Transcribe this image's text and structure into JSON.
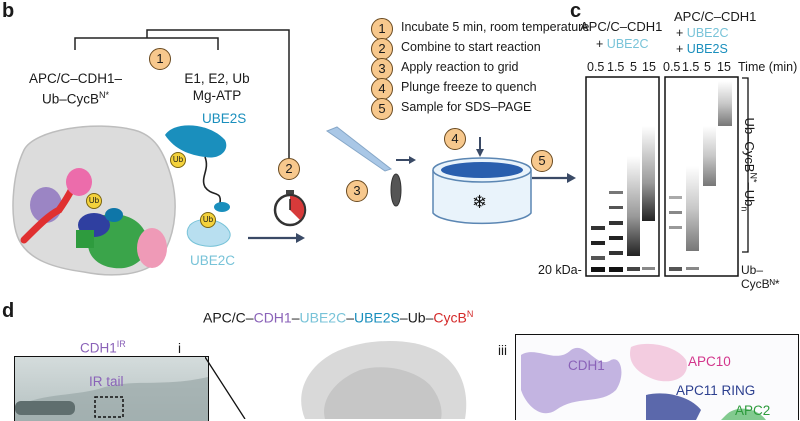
{
  "panel_b": {
    "letter": "b",
    "left_complex": {
      "line1": "APC/C–CDH1–",
      "line2_prefix": "Ub–CycB",
      "line2_sup": "N*"
    },
    "right_reagents": {
      "line1": "E1, E2, Ub",
      "line2": "Mg-ATP"
    },
    "ub_label": "Ub",
    "ube2s_label": "UBE2S",
    "ube2c_label": "UBE2C",
    "badge1": "1",
    "badge2": "2",
    "badge3": "3",
    "badge4": "4",
    "badge5": "5"
  },
  "steps": [
    {
      "num": "1",
      "text": "Incubate 5 min, room temperature"
    },
    {
      "num": "2",
      "text": "Combine to start reaction"
    },
    {
      "num": "3",
      "text": "Apply reaction to grid"
    },
    {
      "num": "4",
      "text": "Plunge freeze to quench"
    },
    {
      "num": "5",
      "text": "Sample for SDS–PAGE"
    }
  ],
  "panel_c": {
    "letter": "c",
    "gel1_title": "APC/C–CDH1",
    "gel1_plus": "+",
    "gel1_e2": "UBE2C",
    "gel2_title": "APC/C–CDH1",
    "gel2_plus1": "+",
    "gel2_e2a": "UBE2C",
    "gel2_plus2": "+",
    "gel2_e2b": "UBE2S",
    "time_points": [
      "0.5",
      "1.5",
      "5",
      "15"
    ],
    "time_label": "Time (min)",
    "marker": "20 kDa-",
    "poly_label_prefix": "Ub–CycB",
    "poly_label_sup": "N*",
    "poly_label_mid": "–Ub",
    "poly_label_sub": "n",
    "mono_label": "Ub–CycBᴺ*"
  },
  "panel_d": {
    "letter": "d",
    "title_parts": [
      {
        "text": "APC/C–",
        "color": "#1a1a1a"
      },
      {
        "text": "CDH1",
        "color": "#8a62b8"
      },
      {
        "text": "–",
        "color": "#1a1a1a"
      },
      {
        "text": "UBE2C",
        "color": "#78c3d8"
      },
      {
        "text": "–",
        "color": "#1a1a1a"
      },
      {
        "text": "UBE2S",
        "color": "#1a8fbd"
      },
      {
        "text": "–Ub–",
        "color": "#1a1a1a"
      },
      {
        "text": "CycB",
        "color": "#d42a2a"
      }
    ],
    "title_sup": "N",
    "inset_label": "CDH1",
    "inset_sup": "IR",
    "roman_i": "i",
    "ir_tail": "IR tail",
    "roman_iii": "iii",
    "labels": {
      "cdh1": "CDH1",
      "apc10": "APC10",
      "apc11": "APC11 RING",
      "apc2": "APC2"
    }
  }
}
